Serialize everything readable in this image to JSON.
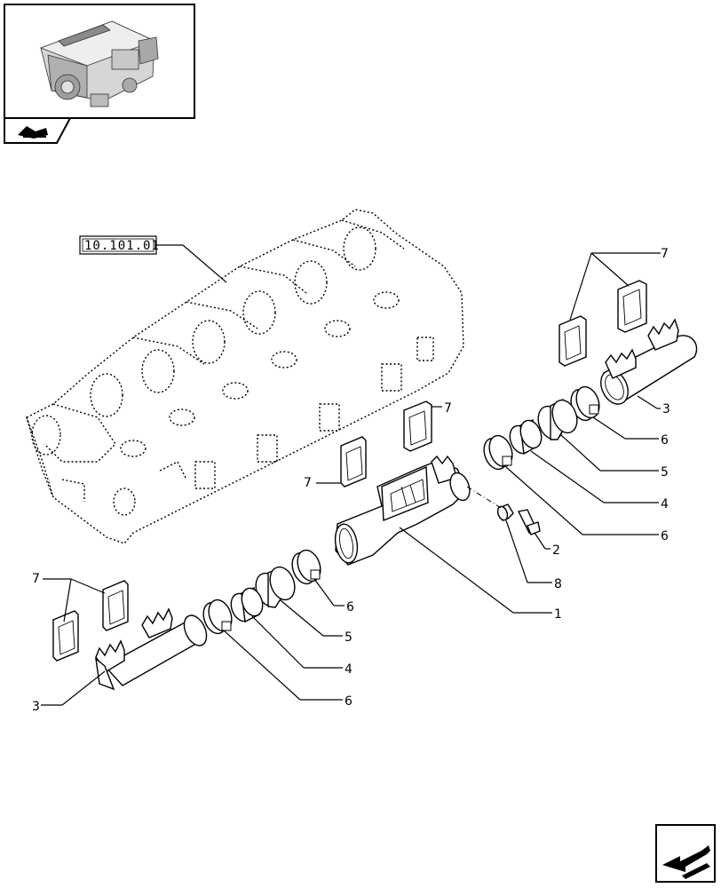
{
  "reference_box": "10.101.01",
  "callouts": {
    "c7_top": "7",
    "c3_right": "3",
    "c6_right": "6",
    "c5_right": "5",
    "c4_right": "4",
    "c6_mid": "6",
    "c2": "2",
    "c8": "8",
    "c1": "1",
    "c7_mid_right": "7",
    "c7_mid_left": "7",
    "c7_left": "7",
    "c6_lower": "6",
    "c5_lower": "5",
    "c4_lower": "4",
    "c3_left": "3",
    "c6_bottom": "6"
  },
  "icons": {
    "thumbnail": "engine-thumbnail",
    "nav_tab": "book-arrow-icon",
    "next": "next-page-arrow-icon"
  }
}
